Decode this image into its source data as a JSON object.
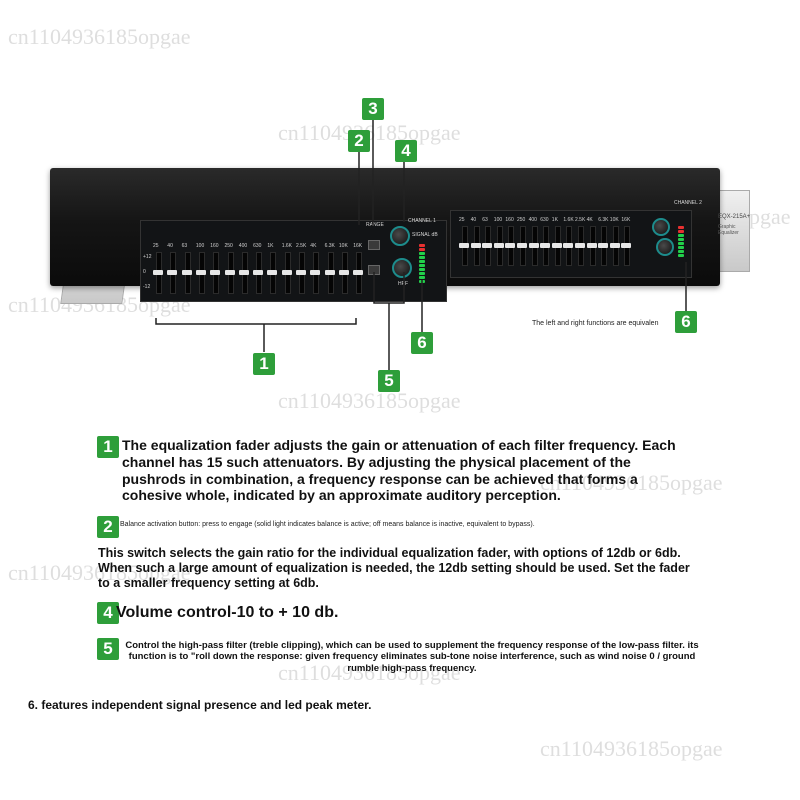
{
  "watermark": "cn1104936185opgae",
  "device": {
    "channel1_label": "CHANNEL 1",
    "channel2_label": "CHANNEL 2",
    "model": "EQX-215A+",
    "subtitle": "Graphic Equalizer",
    "signal_label": "SIGNAL dB",
    "range_label": "RANGE",
    "hpf_label": "HPF",
    "freqs": [
      "25",
      "40",
      "63",
      "100",
      "160",
      "250",
      "400",
      "630",
      "1K",
      "1.6K",
      "2.5K",
      "4K",
      "6.3K",
      "10K",
      "16K"
    ],
    "db_marks": [
      "+12",
      "0",
      "-12"
    ],
    "side_note": "The left and right functions are equivalen"
  },
  "callouts": {
    "c1": "1",
    "c2": "2",
    "c3": "3",
    "c4": "4",
    "c5": "5",
    "c6a": "6",
    "c6b": "6"
  },
  "text": {
    "item1_num": "1",
    "item1": "The equalization fader adjusts the gain or attenuation of each filter frequency. Each channel has 15 such attenuators. By adjusting the physical placement of the pushrods in combination, a frequency response can be achieved that forms a cohesive whole, indicated by an approximate auditory perception.",
    "item2_num": "2",
    "item2": "Balance activation button: press to engage (solid light indicates balance is active; off means balance is inactive, equivalent to bypass).",
    "item3": "This switch selects the gain ratio for the individual equalization fader, with options of 12db or 6db. When such a large amount of equalization is needed, the 12db setting should be used. Set the fader to a smaller frequency setting at 6db.",
    "item4_num": "4",
    "item4": "Volume control-10 to + 10 db.",
    "item5_num": "5",
    "item5": "Control the high-pass filter (treble clipping), which can be used to supplement the frequency response of the low-pass filter. its function is to \"roll down the response: given frequency eliminates sub-tone noise interference, such as wind noise 0 / ground rumble high-pass frequency.",
    "item6": "6. features independent signal presence and led peak meter."
  },
  "colors": {
    "badge": "#2e9e3a",
    "knob_ring": "#1d8c8c",
    "led_green": "#22d04a",
    "led_red": "#e83030"
  }
}
